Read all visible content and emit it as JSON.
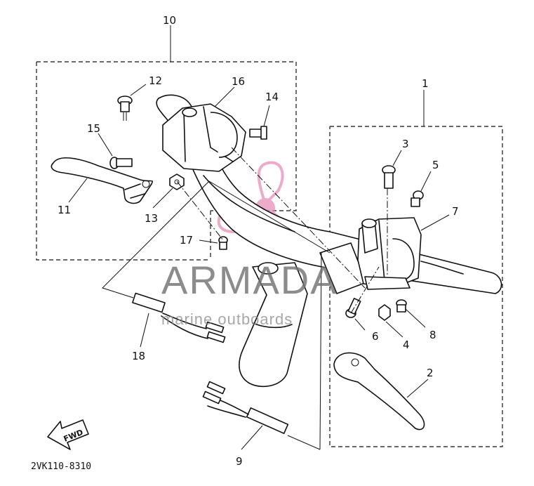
{
  "diagram": {
    "code": "2VK110-8310",
    "fwd_label": "FWD",
    "watermark": {
      "brand": "ARMADA",
      "tagline": "marine outboards"
    },
    "parts": [
      {
        "id": "p1",
        "label": "1"
      },
      {
        "id": "p2",
        "label": "2"
      },
      {
        "id": "p3",
        "label": "3"
      },
      {
        "id": "p4",
        "label": "4"
      },
      {
        "id": "p5",
        "label": "5"
      },
      {
        "id": "p6",
        "label": "6"
      },
      {
        "id": "p7",
        "label": "7"
      },
      {
        "id": "p8",
        "label": "8"
      },
      {
        "id": "p9",
        "label": "9"
      },
      {
        "id": "p10",
        "label": "10"
      },
      {
        "id": "p11",
        "label": "11"
      },
      {
        "id": "p12",
        "label": "12"
      },
      {
        "id": "p13",
        "label": "13"
      },
      {
        "id": "p14",
        "label": "14"
      },
      {
        "id": "p15",
        "label": "15"
      },
      {
        "id": "p16",
        "label": "16"
      },
      {
        "id": "p17",
        "label": "17"
      },
      {
        "id": "p18",
        "label": "18"
      }
    ]
  }
}
